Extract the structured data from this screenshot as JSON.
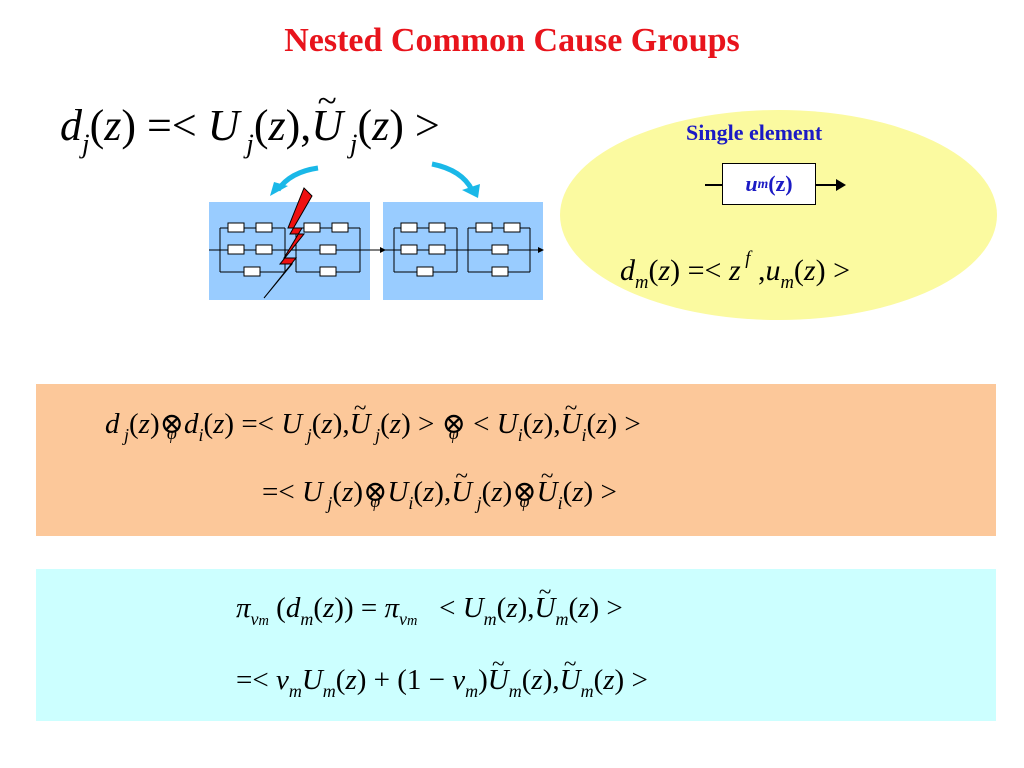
{
  "title": "Nested Common Cause Groups",
  "single_element": {
    "label": "Single element",
    "box_text_u": "u",
    "box_text_sub": "m",
    "box_text_arg": "(z)"
  },
  "colors": {
    "title": "#e8141c",
    "ellipse": "#fbfaa0",
    "orange_panel": "#fcc89a",
    "cyan_panel": "#ccffff",
    "diagram_panel": "#99ccff",
    "lightning": "#ee1111",
    "curved_arrow": "#1ab8e8",
    "label_blue": "#1b1ac4"
  },
  "icons": [
    "lightning-bolt-icon",
    "curved-arrow-icon",
    "right-arrow-icon"
  ],
  "equations": {
    "top_left": "d_j(z) =< U_j(z), Ũ_j(z) >",
    "ellipse": "d_m(z) =< z^f, u_m(z) >",
    "orange_line1": "d_j(z) ⊗_φ d_i(z) =< U_j(z), Ũ_j(z) > ⊗_φ < U_i(z), Ũ_i(z) >",
    "orange_line2": "=< U_j(z) ⊗_φ U_i(z), Ũ_j(z) ⊗_φ Ũ_i(z) >",
    "cyan_line1": "π_{v_m}(d_m(z)) = π_{v_m} < U_m(z), Ũ_m(z) >",
    "cyan_line2": "=< v_m U_m(z) + (1 − v_m) Ũ_m(z), Ũ_m(z) >"
  }
}
